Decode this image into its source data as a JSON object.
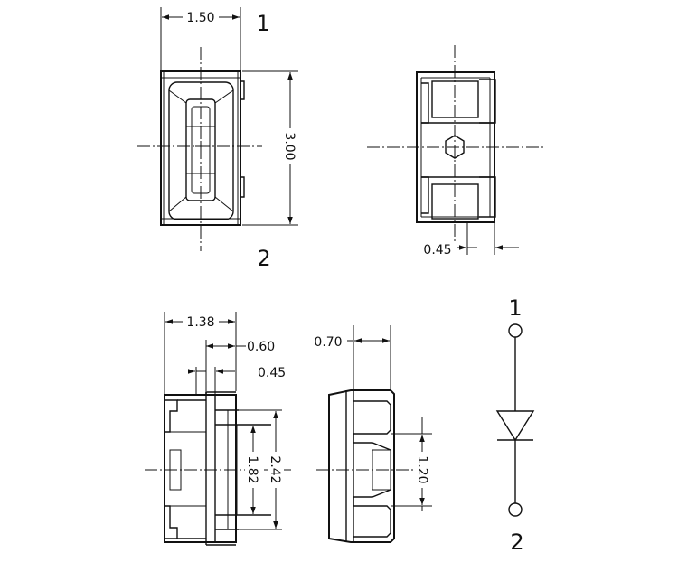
{
  "top_view": {
    "width_label": "1.50",
    "height_label": "3.00",
    "pin1_label": "1",
    "pin2_label": "2"
  },
  "bottom_view": {
    "offset_label": "0.45"
  },
  "side_view": {
    "width_label": "1.38",
    "inner_label": "0.60",
    "step_label": "0.45",
    "inner_height_label": "1.82",
    "outer_height_label": "2.42"
  },
  "end_view": {
    "depth_label": "0.70",
    "pad_gap_label": "1.20"
  },
  "schematic": {
    "pin1_label": "1",
    "pin2_label": "2"
  }
}
